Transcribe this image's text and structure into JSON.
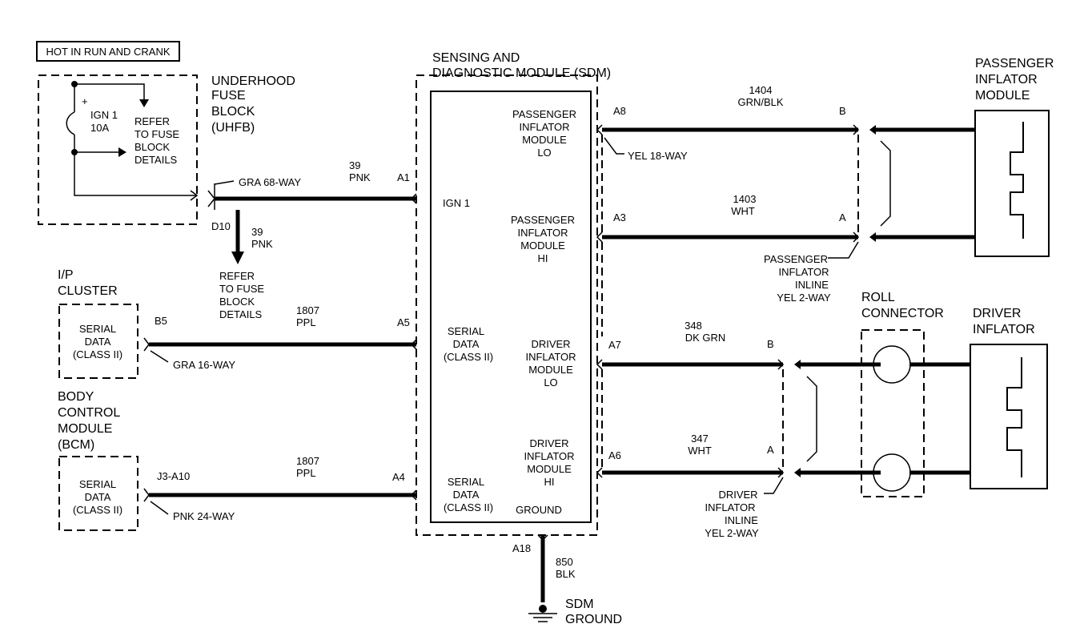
{
  "power_label": "HOT IN RUN AND CRANK",
  "fuse_block": {
    "title": [
      "UNDERHOOD",
      "FUSE",
      "BLOCK",
      "(UHFB)"
    ],
    "fuse_name": "IGN 1",
    "fuse_rating": "10A",
    "refer": [
      "REFER",
      "TO FUSE",
      "BLOCK",
      "DETAILS"
    ]
  },
  "gra68": {
    "connector": "GRA 68-WAY",
    "pin": "D10"
  },
  "ign_wire": {
    "circuit": "39",
    "color": "PNK"
  },
  "ign_wire_down": {
    "circuit": "39",
    "color": "PNK"
  },
  "refer_lower": [
    "REFER",
    "TO FUSE",
    "BLOCK",
    "DETAILS"
  ],
  "sdm": {
    "title": [
      "SENSING AND",
      "DIAGNOSTIC MODULE (SDM)"
    ],
    "ign": "IGN 1",
    "serial1": [
      "SERIAL",
      "DATA",
      "(CLASS II)"
    ],
    "serial2": [
      "SERIAL",
      "DATA",
      "(CLASS II)"
    ],
    "ground": "GROUND",
    "pass_lo": [
      "PASSENGER",
      "INFLATOR",
      "MODULE",
      "LO"
    ],
    "pass_hi": [
      "PASSENGER",
      "INFLATOR",
      "MODULE",
      "HI"
    ],
    "drv_lo": [
      "DRIVER",
      "INFLATOR",
      "MODULE",
      "LO"
    ],
    "drv_hi": [
      "DRIVER",
      "INFLATOR",
      "MODULE",
      "HI"
    ],
    "pins": {
      "a1": "A1",
      "a5": "A5",
      "a4": "A4",
      "a8": "A8",
      "a3": "A3",
      "a7": "A7",
      "a6": "A6",
      "a18": "A18"
    },
    "connector_yel18": "YEL 18-WAY"
  },
  "ip_cluster": {
    "title": [
      "I/P",
      "CLUSTER"
    ],
    "serial": [
      "SERIAL",
      "DATA",
      "(CLASS II)"
    ],
    "pin": "B5",
    "connector": "GRA 16-WAY",
    "wire": {
      "circuit": "1807",
      "color": "PPL"
    }
  },
  "bcm": {
    "title": [
      "BODY",
      "CONTROL",
      "MODULE",
      "(BCM)"
    ],
    "serial": [
      "SERIAL",
      "DATA",
      "(CLASS II)"
    ],
    "pin": "J3-A10",
    "connector": "PNK 24-WAY",
    "wire": {
      "circuit": "1807",
      "color": "PPL"
    }
  },
  "pass_lo_wire": {
    "circuit": "1404",
    "color": "GRN/BLK",
    "end_pin": "B"
  },
  "pass_hi_wire": {
    "circuit": "1403",
    "color": "WHT",
    "end_pin": "A"
  },
  "pass_inline": [
    "PASSENGER",
    "INFLATOR",
    "INLINE",
    "YEL 2-WAY"
  ],
  "pass_module": [
    "PASSENGER",
    "INFLATOR",
    "MODULE"
  ],
  "drv_lo_wire": {
    "circuit": "348",
    "color": "DK GRN",
    "end_pin": "B"
  },
  "drv_hi_wire": {
    "circuit": "347",
    "color": "WHT",
    "end_pin": "A"
  },
  "drv_inline": [
    "DRIVER",
    "INFLATOR",
    "INLINE",
    "YEL 2-WAY"
  ],
  "roll": [
    "ROLL",
    "CONNECTOR"
  ],
  "driver_inflator": [
    "DRIVER",
    "INFLATOR"
  ],
  "ground_wire": {
    "circuit": "850",
    "color": "BLK"
  },
  "sdm_ground": [
    "SDM",
    "GROUND"
  ]
}
